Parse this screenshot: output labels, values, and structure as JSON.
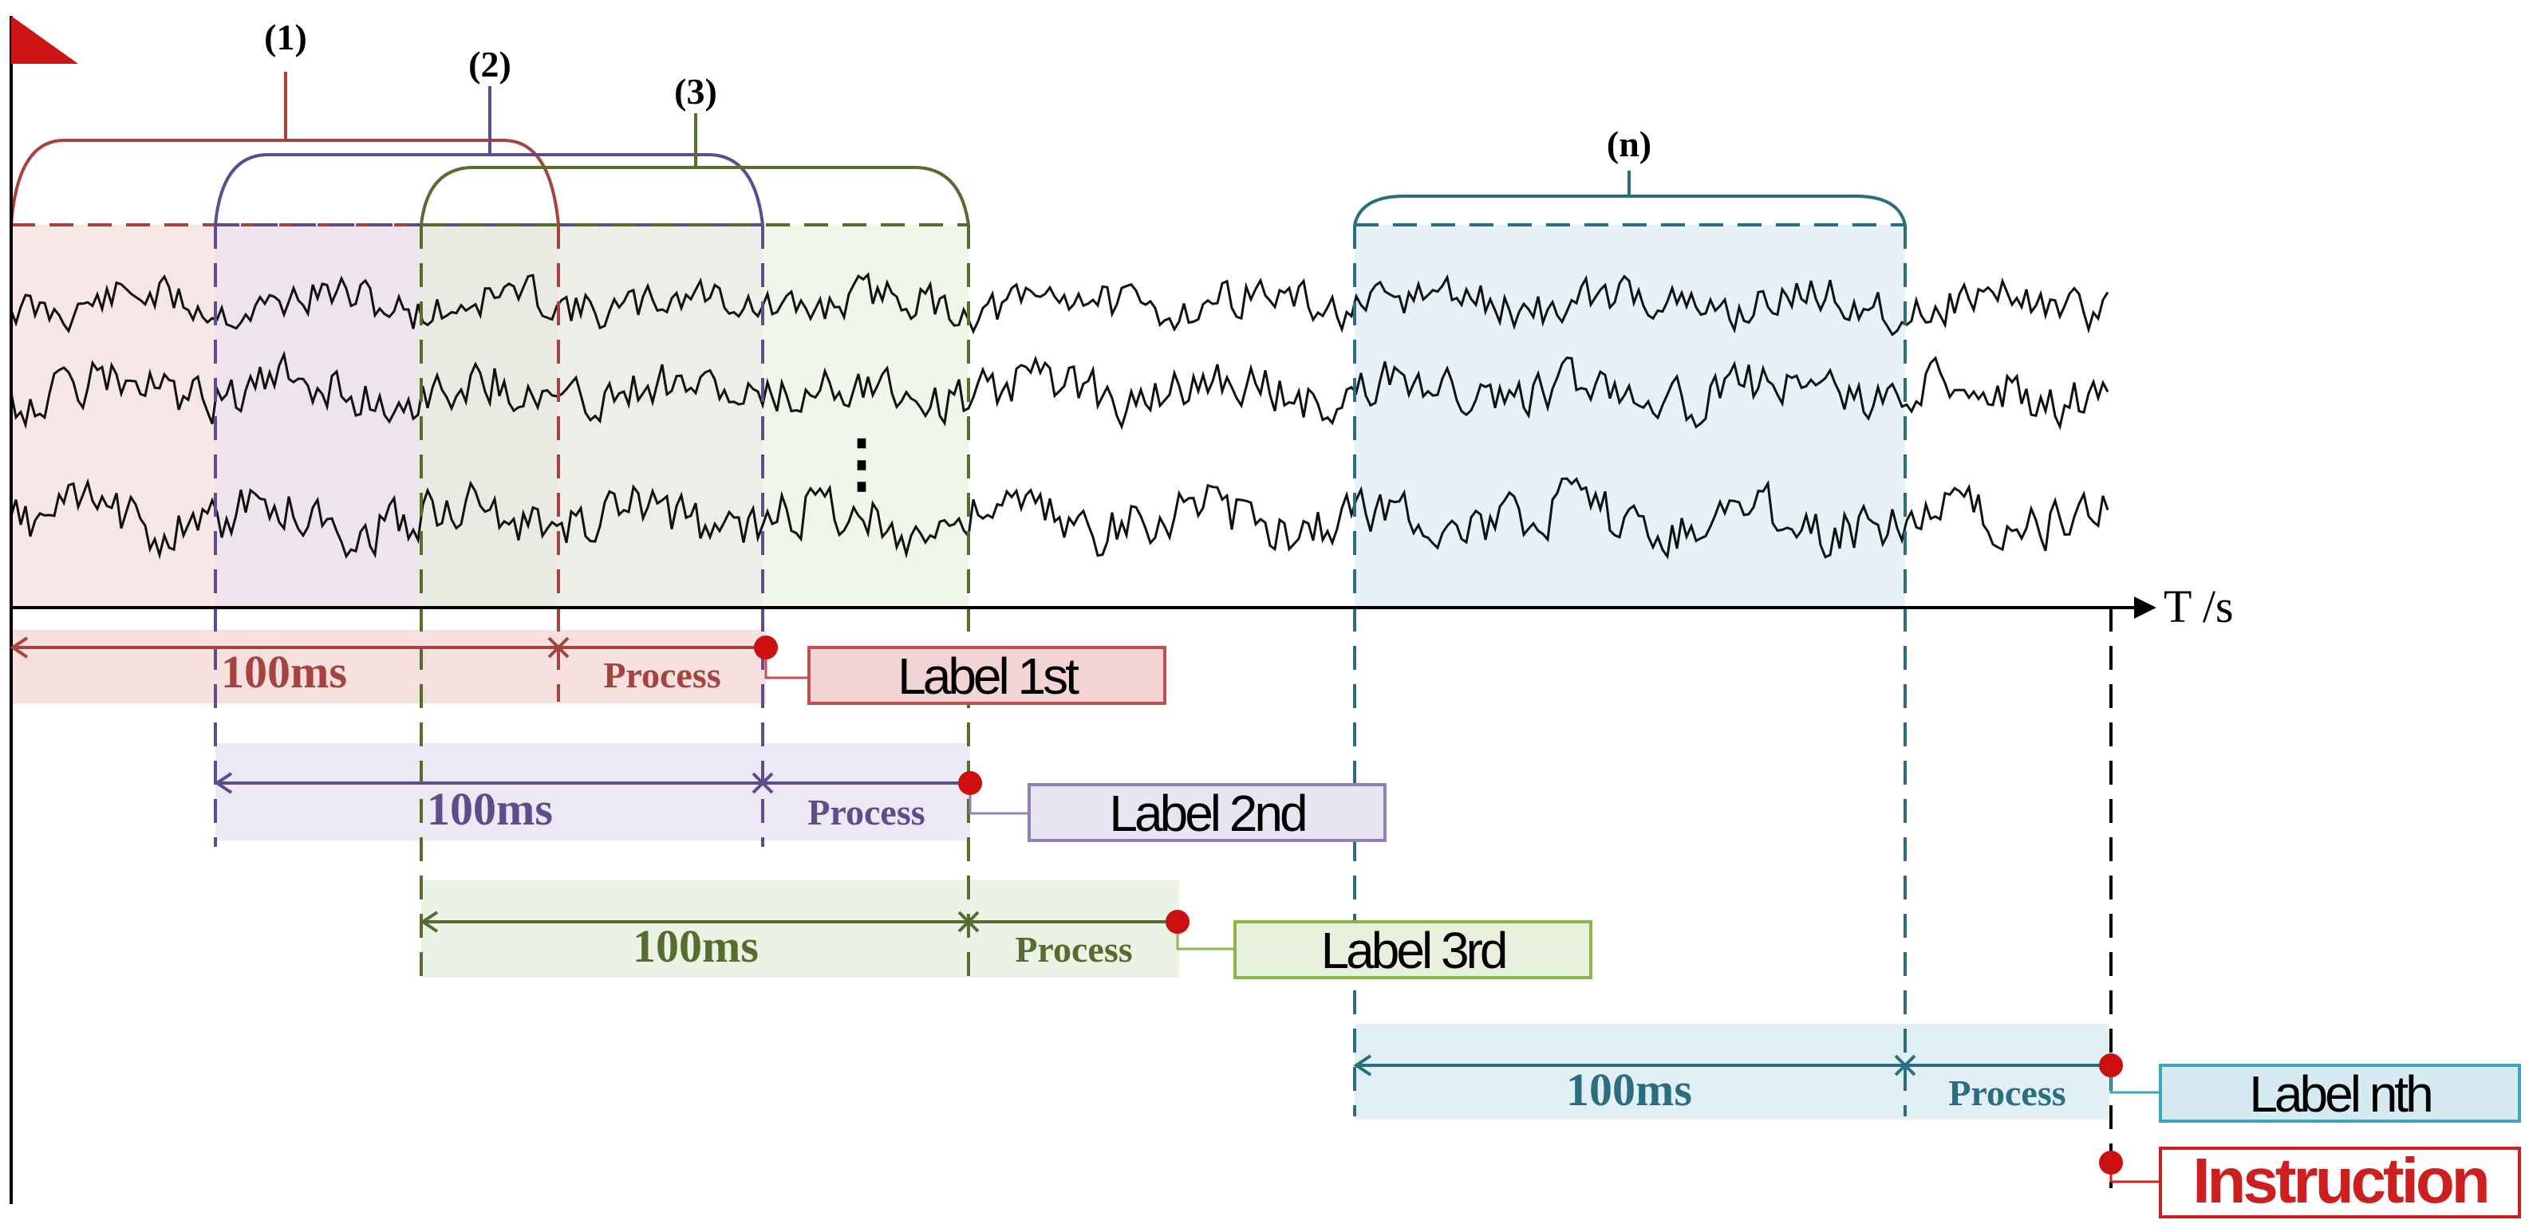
{
  "axis": {
    "label": "T /s"
  },
  "ellipsis": "⋮",
  "windows": [
    {
      "id": "1",
      "tag": "(1)",
      "color": "#a5433f",
      "fill": "#f2d4d4",
      "duration": "100ms",
      "process": "Process",
      "label": "Label 1st",
      "labelFill": "#f2d4d4",
      "labelBorder": "#c05050"
    },
    {
      "id": "2",
      "tag": "(2)",
      "color": "#5e4d88",
      "fill": "#e6e2f0",
      "duration": "100ms",
      "process": "Process",
      "label": "Label 2nd",
      "labelFill": "#e9e4f2",
      "labelBorder": "#9080b8"
    },
    {
      "id": "3",
      "tag": "(3)",
      "color": "#566d2f",
      "fill": "#e6eedb",
      "duration": "100ms",
      "process": "Process",
      "label": "Label 3rd",
      "labelFill": "#e8f0dc",
      "labelBorder": "#8ab84a"
    },
    {
      "id": "n",
      "tag": "(n)",
      "color": "#2a6e80",
      "fill": "#dcedf3",
      "duration": "100ms",
      "process": "Process",
      "label": "Label nth",
      "labelFill": "#d6eaf2",
      "labelBorder": "#3aa6c4"
    }
  ],
  "instruction": {
    "label": "Instruction",
    "color": "#cc1f1f"
  },
  "colors": {
    "axis": "#000000",
    "signal": "#111111",
    "marker": "#cc0f0f",
    "flag": "#cc1414"
  }
}
